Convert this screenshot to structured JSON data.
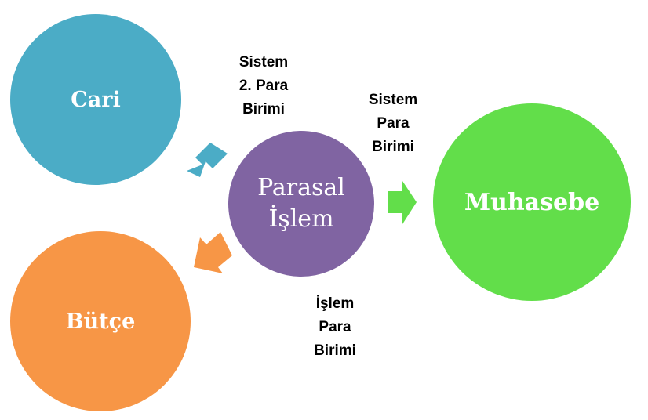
{
  "nodes": {
    "cari": {
      "label": "Cari",
      "color": "#4BACC6"
    },
    "butce": {
      "label": "Bütçe",
      "color": "#F79646"
    },
    "parasal_islem": {
      "label": "Parasal\nİşlem",
      "color": "#8064A2"
    },
    "muhasebe": {
      "label": "Muhasebe",
      "color": "#62DE4A"
    }
  },
  "edges": {
    "to_cari": {
      "label": "Sistem\n2. Para\nBirimi",
      "color": "#4BACC6"
    },
    "to_muhasebe": {
      "label": "Sistem\nPara\nBirimi",
      "color": "#62DE4A"
    },
    "to_butce": {
      "label": "İşlem\nPara\nBirimi",
      "color": "#F79646"
    }
  }
}
